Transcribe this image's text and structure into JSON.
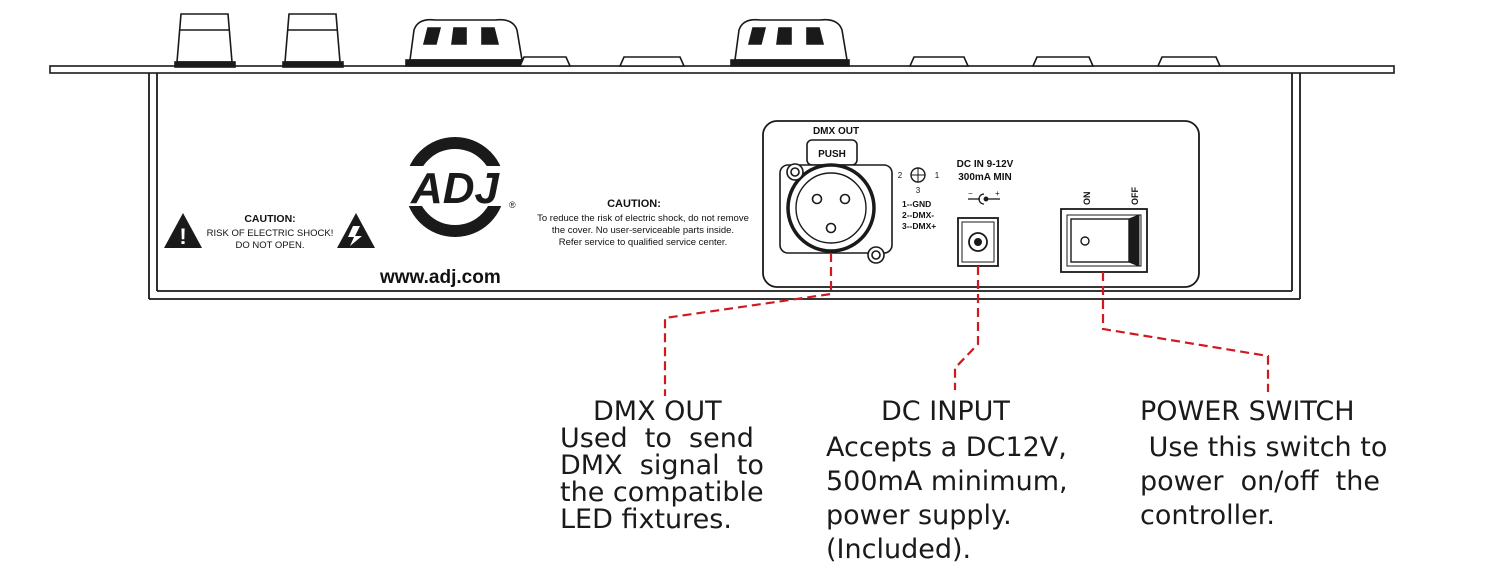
{
  "logo": {
    "text": "ADJ",
    "registered": "®"
  },
  "caution_left": {
    "title": "CAUTION:",
    "lines": [
      "RISK OF ELECTRIC SHOCK!",
      "DO NOT OPEN."
    ]
  },
  "caution_center": {
    "title": "CAUTION:",
    "lines": [
      "To reduce the risk of electric shock, do not remove",
      "the cover. No user-serviceable parts inside.",
      "Refer service to qualified service center."
    ]
  },
  "website": "www.adj.com",
  "panel": {
    "dmx_out_label": "DMX OUT",
    "push_label": "PUSH",
    "pin_numbers": {
      "left": "2",
      "bottom": "3",
      "right": "1"
    },
    "pinout": [
      "1--GND",
      "2--DMX-",
      "3--DMX+"
    ],
    "dc_in_lines": [
      "DC IN 9-12V",
      "300mA MIN"
    ],
    "polarity": {
      "minus": "−",
      "plus": "+"
    },
    "switch_on": "ON",
    "switch_off": "OFF"
  },
  "callouts": {
    "dmx_out": {
      "title": "DMX OUT",
      "body": "Used  to  send\nDMX  signal  to\nthe compatible\nLED fixtures."
    },
    "dc_input": {
      "title": "DC INPUT",
      "body": "Accepts a DC12V,\n500mA minimum,\npower supply.\n(Included)."
    },
    "power_switch": {
      "title": "POWER SWITCH",
      "body": " Use this switch to\npower  on/off  the\ncontroller."
    }
  },
  "colors": {
    "line": "#1a1a1a",
    "leader": "#d0191f"
  }
}
